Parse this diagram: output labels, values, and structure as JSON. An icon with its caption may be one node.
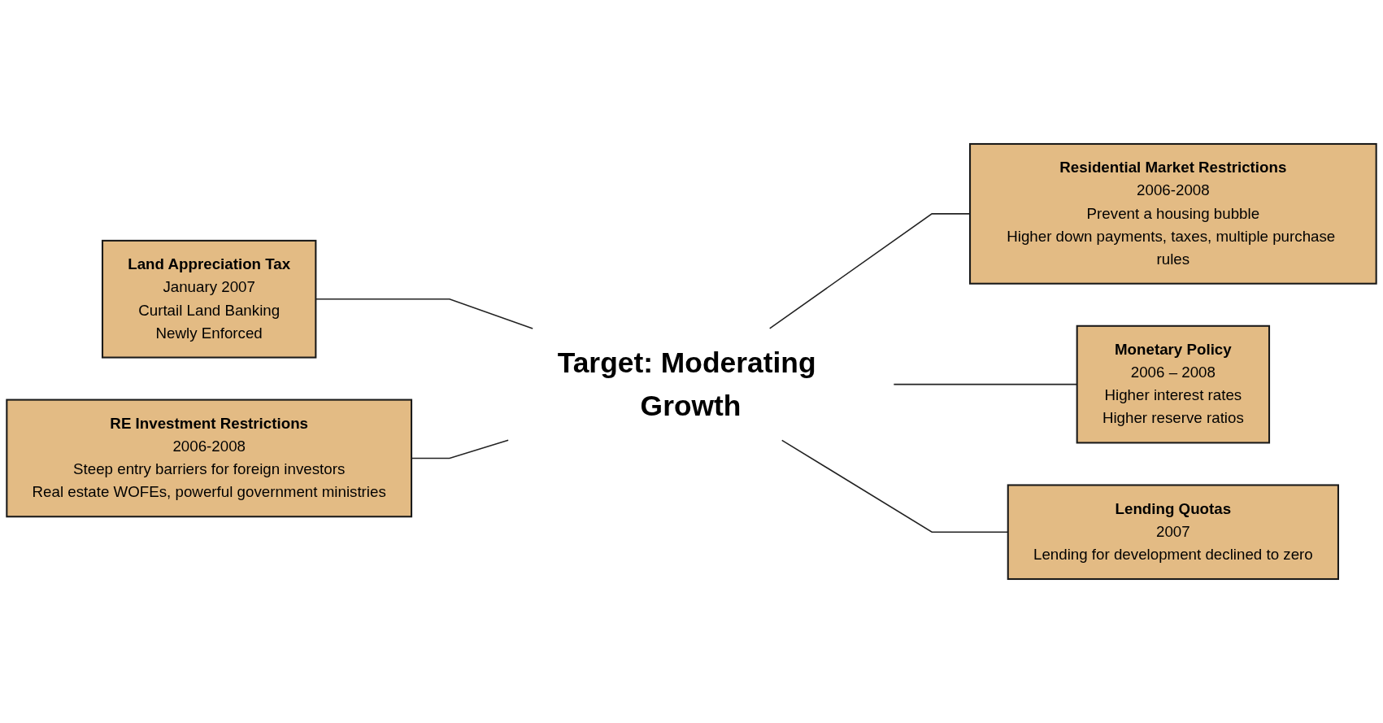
{
  "diagram": {
    "nodes": [
      {
        "text": [
          "Land Appreciation Tax",
          "January 2007",
          "Curtail Land Banking",
          "Newly Enforced"
        ]
      },
      {
        "text": [
          "Residential Market Restrictions",
          "2006-2008",
          "Prevent a housing bubble",
          "Higher down payments, taxes, multiple purchase rules"
        ]
      },
      {
        "text": [
          "Target: Moderating Growth"
        ]
      },
      {
        "text": [
          "Monetary Policy",
          "2006 – 2008",
          "Higher interest rates",
          "Higher reserve ratios"
        ]
      },
      {
        "text": [
          "RE Investment Restrictions",
          "2006-2008",
          "Steep entry barriers for foreign investors",
          "Real estate WOFEs, powerful government ministries"
        ]
      },
      {
        "text": [
          "Lending Quotas",
          "2007",
          "Lending for development declined to zero"
        ]
      }
    ],
    "edges": [
      {
        "from": 0,
        "to": 2,
        "arrow": "none"
      },
      {
        "from": 2,
        "to": 1,
        "arrow": "none"
      },
      {
        "from": 2,
        "to": 3,
        "arrow": "none"
      },
      {
        "from": 4,
        "to": 2,
        "arrow": "none"
      },
      {
        "from": 2,
        "to": 5,
        "arrow": "none"
      }
    ]
  }
}
